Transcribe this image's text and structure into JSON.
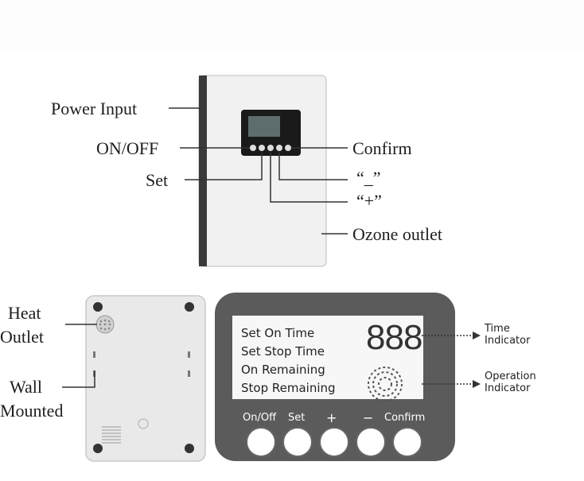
{
  "device": {
    "labels": {
      "power_input": "Power Input",
      "on_off": "ON/OFF",
      "set": "Set",
      "confirm": "Confirm",
      "minus": "“_”",
      "plus": "“+”",
      "ozone_outlet": "Ozone outlet"
    }
  },
  "back": {
    "labels": {
      "heat": "Heat",
      "outlet": "Outlet",
      "wall": "Wall",
      "mounted": "Mounted"
    }
  },
  "panel": {
    "lcd_lines": [
      "Set On Time",
      "Set Stop Time",
      "On Remaining",
      "Stop Remaining"
    ],
    "digits": "888",
    "buttons": [
      "On/Off",
      "Set",
      "+",
      "−",
      "Confirm"
    ],
    "time_indicator": [
      "Time",
      "Indicator"
    ],
    "operation_indicator": [
      "Operation",
      "Indicator"
    ]
  }
}
